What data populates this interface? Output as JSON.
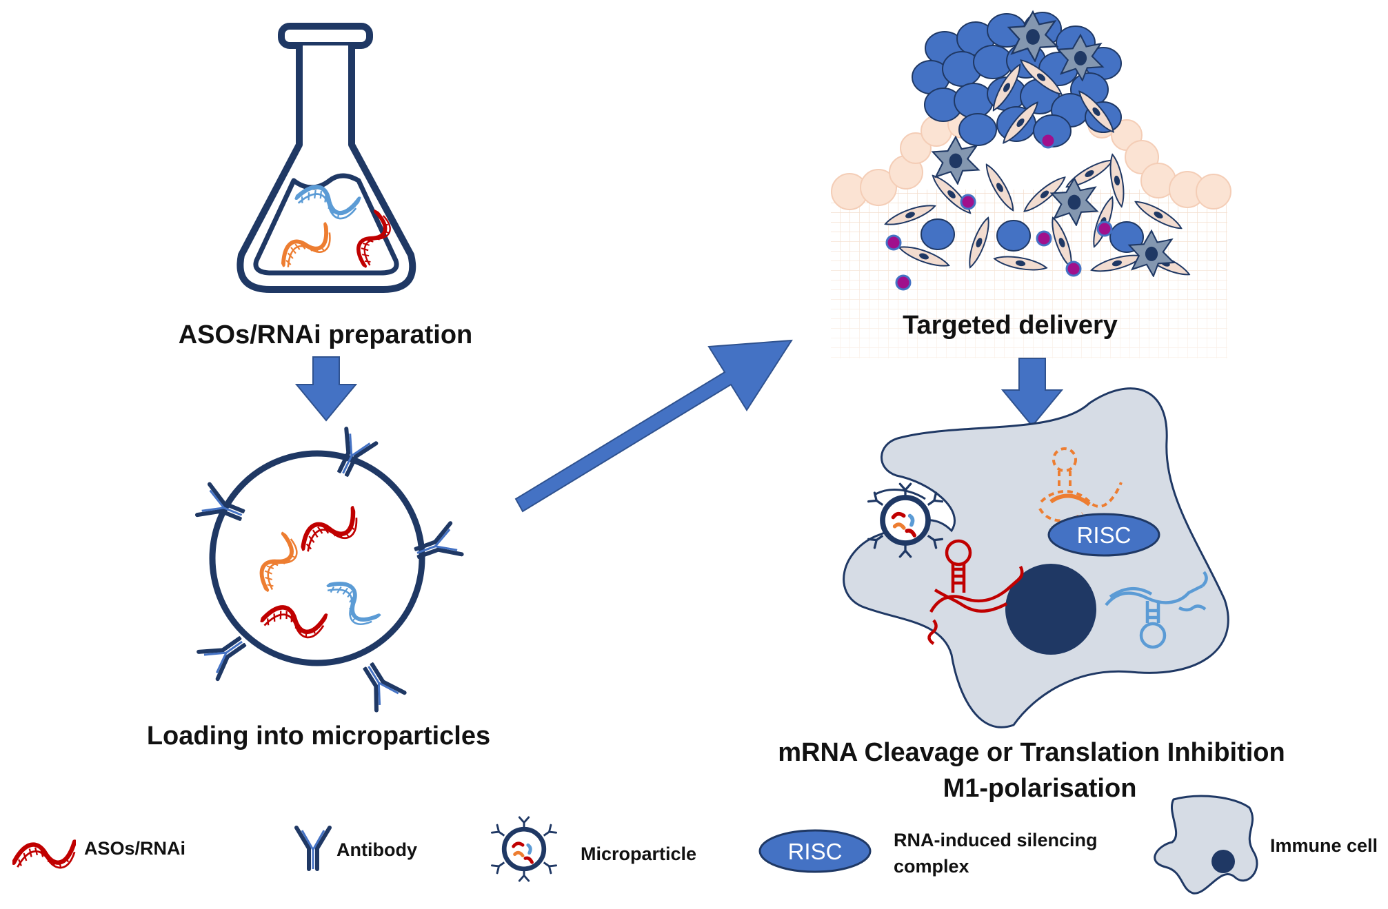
{
  "steps": {
    "preparation": "ASOs/RNAi preparation",
    "loading": "Loading into microparticles",
    "delivery": "Targeted delivery",
    "outcome_line1": "mRNA Cleavage or Translation Inhibition",
    "outcome_line2": "M1-polarisation"
  },
  "cell": {
    "risc_label": "RISC"
  },
  "legend": {
    "aso": "ASOs/RNAi",
    "antibody": "Antibody",
    "microparticle": "Microparticle",
    "risc_symbol": "RISC",
    "risc_line1": "RNA-induced silencing",
    "risc_line2": "complex",
    "immune": "Immune cell"
  },
  "colors": {
    "navy": "#1f3864",
    "arrow_blue": "#4472c4",
    "red_rna": "#c00000",
    "orange_rna": "#ed7d31",
    "blue_rna": "#5b9bd5",
    "cell_fill": "#d6dce5",
    "tumor_blue": "#4472c4",
    "fibroblast": "#f2dcd0",
    "macrophage": "#8497b0",
    "drug_dot": "#a0108c"
  }
}
